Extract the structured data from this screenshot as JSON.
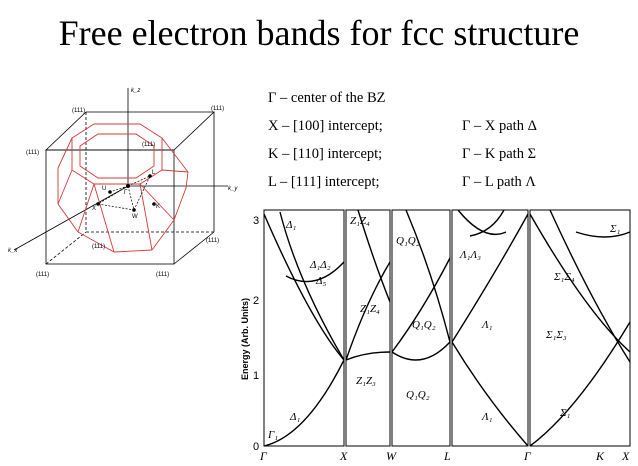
{
  "title": "Free electron bands for fcc structure",
  "definitions": {
    "gamma": "Γ – center of the BZ",
    "x": "X – [100] intercept;",
    "k": "K – [110] intercept;",
    "l": "L – [111] intercept;",
    "x_path": "Γ – X path Δ",
    "k_path": "Γ – K path Σ",
    "l_path": "Γ – L path Λ"
  },
  "bz": {
    "corner_labels": [
      "(111)",
      "(111)",
      "(111)",
      "(111)",
      "(111)",
      "(111)",
      "(111)",
      "(111)"
    ],
    "axis_labels": [
      "k_z",
      "k_y",
      "k_x"
    ],
    "points": [
      "Γ",
      "X",
      "W",
      "K",
      "L",
      "U"
    ]
  },
  "band_diagram": {
    "ylabel": "Energy (Arb. Units)",
    "y_ticks": [
      "0",
      "1",
      "2",
      "3"
    ],
    "x_ticks": [
      "Γ",
      "X",
      "W",
      "L",
      "Γ",
      "K",
      "X"
    ],
    "labels": {
      "d1_top": "Δ₁",
      "z1z4_top": "Z₁Z₄",
      "q1q2_top": "Q₁Q₂",
      "l1l3": "Λ₁Λ₃",
      "sigma1_top": "Σ₁",
      "d1d2": "Δ₁Δ₂",
      "d5": "Δ₅",
      "z1z4_mid": "Z₁Z₄",
      "q1q2_mid": "Q₁Q₂",
      "l1_mid": "Λ₁",
      "s1s4": "Σ₁Σ₄",
      "s1s3": "Σ₁Σ₃",
      "z1z3": "Z₁Z₃",
      "q1q2_low": "Q₁Q₂",
      "d1_low": "Δ₁",
      "l1_low": "Λ₁",
      "sigma1_low": "Σ₁",
      "gamma1": "Γ₁"
    }
  }
}
